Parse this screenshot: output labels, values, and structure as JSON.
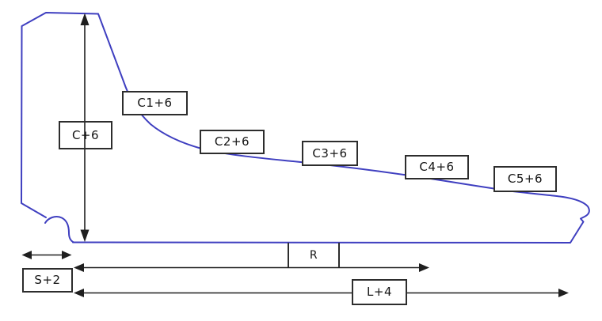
{
  "diagram": {
    "type": "dimension-drawing",
    "colors": {
      "profile_outline": "#3f3fc0",
      "dimension_lines": "#1f1f1f",
      "label_box_border": "#2d2d2d",
      "label_text": "#141414",
      "background": "#ffffff"
    },
    "labels": {
      "height": "C+6",
      "c1": "C1+6",
      "c2": "C2+6",
      "c3": "C3+6",
      "c4": "C4+6",
      "c5": "C5+6",
      "r": "R",
      "s": "S+2",
      "l": "L+4"
    }
  }
}
